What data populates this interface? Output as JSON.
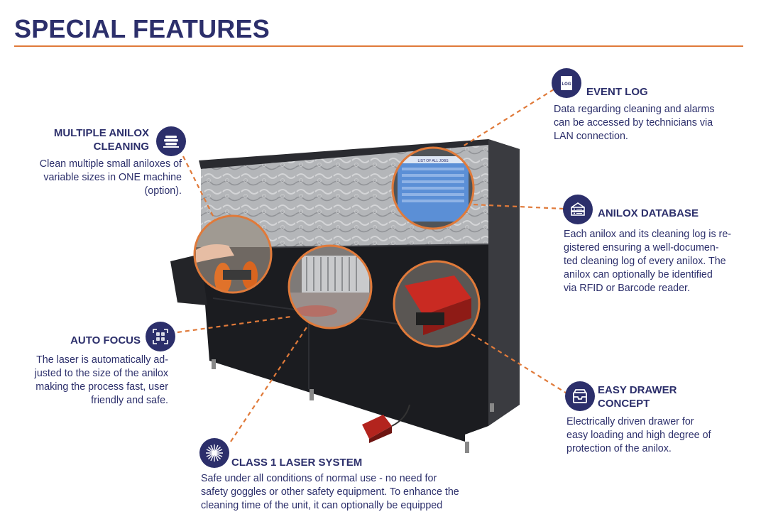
{
  "page": {
    "title": "SPECIAL FEATURES"
  },
  "features": {
    "event_log": {
      "icon": "log-file-icon",
      "icon_text": "LOG",
      "title": "EVENT LOG",
      "lines": [
        "Data regarding cleaning and alarms",
        "can be accessed by technicians via",
        "LAN connection."
      ]
    },
    "multiple_anilox": {
      "icon": "stacked-rollers-icon",
      "title_lines": [
        "MULTIPLE ANILOX",
        "CLEANING"
      ],
      "lines": [
        "Clean multiple small aniloxes of",
        "variable sizes in ONE machine",
        "(option)."
      ]
    },
    "anilox_database": {
      "icon": "database-server-icon",
      "title": "ANILOX DATABASE",
      "lines": [
        "Each anilox and its cleaning log is re-",
        "gistered ensuring a well-documen-",
        "ted cleaning log of every anilox. The",
        "anilox can optionally be identified",
        "via RFID or Barcode reader."
      ]
    },
    "auto_focus": {
      "icon": "focus-frame-icon",
      "title": "AUTO FOCUS",
      "lines": [
        "The laser is automatically ad-",
        "justed to the size of the anilox",
        "making the process fast, user",
        "friendly and safe."
      ]
    },
    "easy_drawer": {
      "icon": "drawer-tray-icon",
      "title_lines": [
        "EASY DRAWER",
        "CONCEPT"
      ],
      "lines": [
        "Electrically driven drawer for",
        "easy loading and high degree of",
        "protection of the anilox."
      ]
    },
    "laser_system": {
      "icon": "laser-burst-icon",
      "title": "CLASS 1 LASER SYSTEM",
      "lines": [
        "Safe under all conditions of normal use -  no need for",
        "safety goggles or other safety equipment. To enhance the",
        "cleaning time of the unit, it can optionally be equipped"
      ]
    }
  },
  "screen": {
    "header": "LIST OF ALL JOBS"
  },
  "colors": {
    "navy": "#2c2f6b",
    "accent": "#e07a3a",
    "machine": "#1b1c20",
    "panel": "#a9abaf"
  }
}
